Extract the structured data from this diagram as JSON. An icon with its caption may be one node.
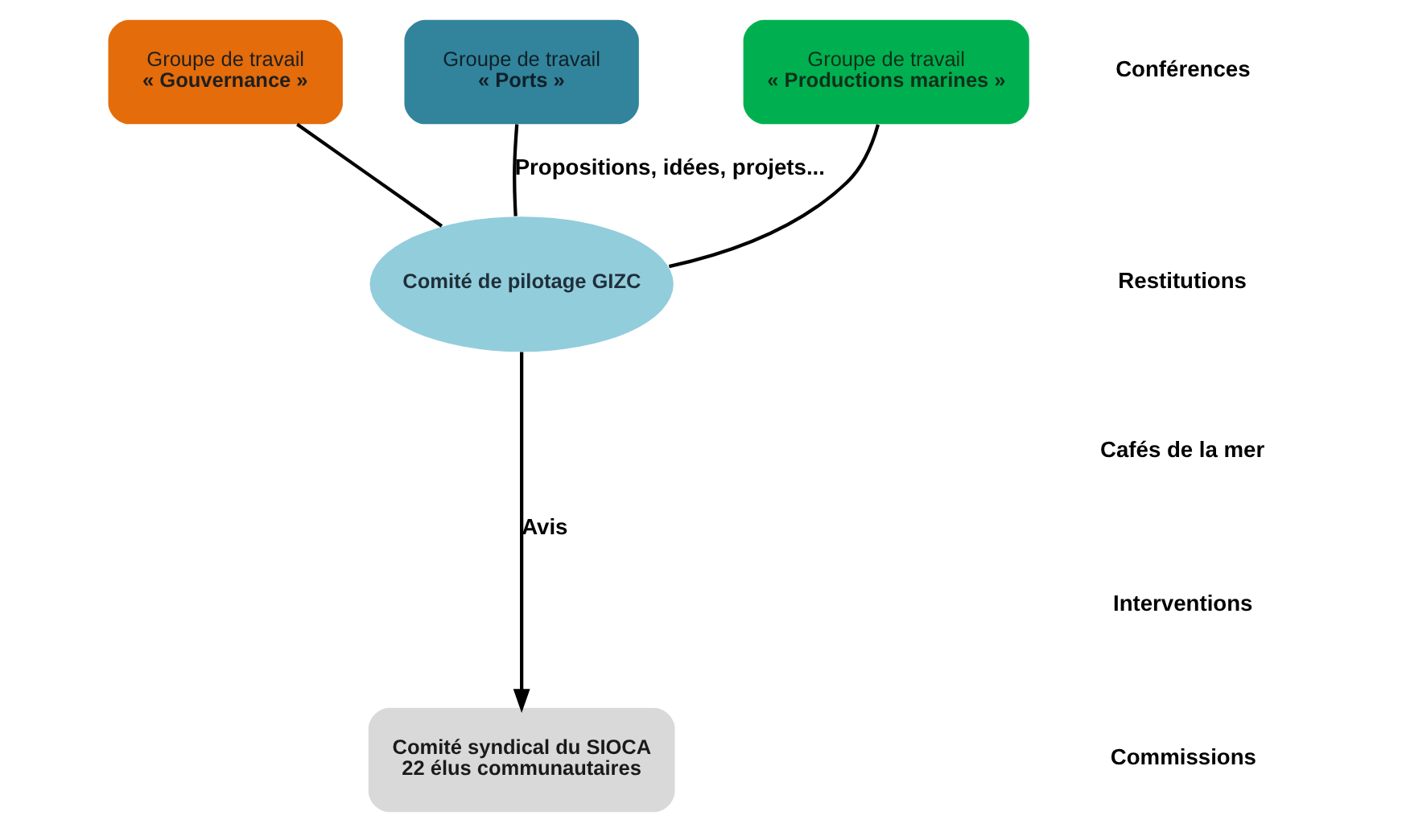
{
  "diagram": {
    "nodes": [
      {
        "text": [
          "Groupe de travail",
          "« Gouvernance »"
        ]
      },
      {
        "text": [
          "Groupe de travail",
          "« Ports »"
        ]
      },
      {
        "text": [
          "Groupe de travail",
          "« Productions marines »"
        ]
      },
      {
        "text": [
          "Comité de pilotage GIZC"
        ]
      },
      {
        "text": [
          "Comité syndical du SIOCA",
          "22 élus communautaires"
        ]
      }
    ],
    "edges": [
      {
        "from": 0,
        "to": 3,
        "arrow": "none"
      },
      {
        "from": 1,
        "to": 3,
        "arrow": "none",
        "label": "Propositions, idées, projets..."
      },
      {
        "from": 2,
        "to": 3,
        "arrow": "none"
      },
      {
        "from": 3,
        "to": 4,
        "arrow": "to",
        "label": "Avis"
      }
    ],
    "labels": [
      "Conférences",
      "Restitutions",
      "Cafés de la mer",
      "Interventions",
      "Commissions"
    ]
  }
}
